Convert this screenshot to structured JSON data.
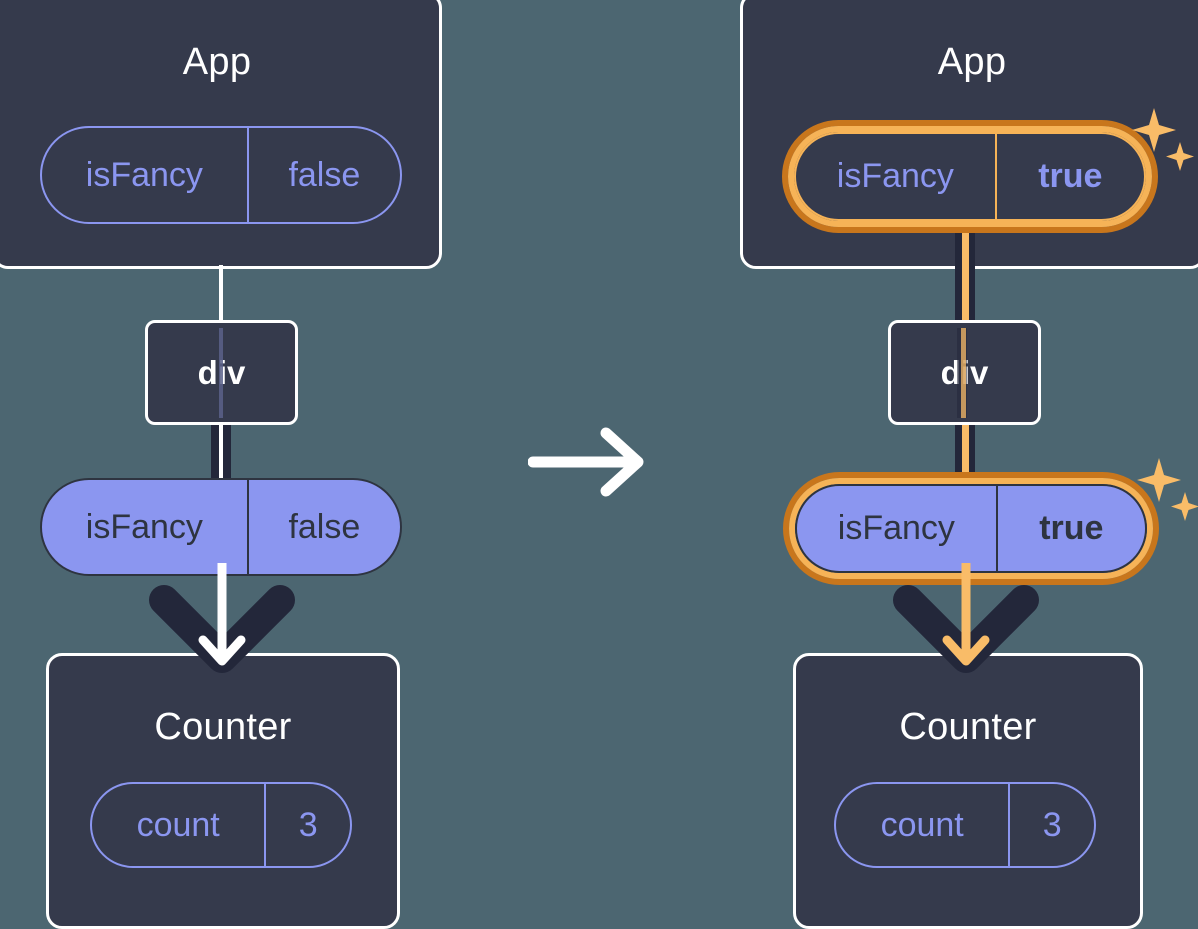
{
  "diagram": {
    "type": "react-state-flow",
    "background_color": "#4c6671",
    "panel_color": "#353a4c",
    "pill_fill_color": "#8b96f0",
    "pill_stroke_color": "#8b96f0",
    "highlight_outer_color": "#c8761c",
    "highlight_inner_color": "#f6b357",
    "arrow_dark_color": "#23273a",
    "arrow_light_color": "#ffffff",
    "arrow_highlight_color": "#f9bc68",
    "text_light": "#ffffff",
    "text_dark": "#2e3440"
  },
  "transition": {
    "icon": "right-arrow-icon",
    "glyph": "→"
  },
  "before": {
    "app": {
      "title": "App",
      "state_pill": {
        "name": "isFancy",
        "value": "false",
        "style": "outlined",
        "highlighted": false
      }
    },
    "div": {
      "label": "div"
    },
    "prop_pill": {
      "name": "isFancy",
      "value": "false",
      "style": "filled",
      "highlighted": false
    },
    "counter": {
      "title": "Counter",
      "state_pill": {
        "name": "count",
        "value": "3",
        "style": "outlined",
        "highlighted": false
      }
    }
  },
  "after": {
    "app": {
      "title": "App",
      "state_pill": {
        "name": "isFancy",
        "value": "true",
        "style": "outlined",
        "highlighted": true,
        "sparkle_icon": "sparkles-icon"
      }
    },
    "div": {
      "label": "div"
    },
    "prop_pill": {
      "name": "isFancy",
      "value": "true",
      "style": "filled",
      "highlighted": true,
      "sparkle_icon": "sparkles-icon"
    },
    "counter": {
      "title": "Counter",
      "state_pill": {
        "name": "count",
        "value": "3",
        "style": "outlined",
        "highlighted": false
      }
    }
  }
}
